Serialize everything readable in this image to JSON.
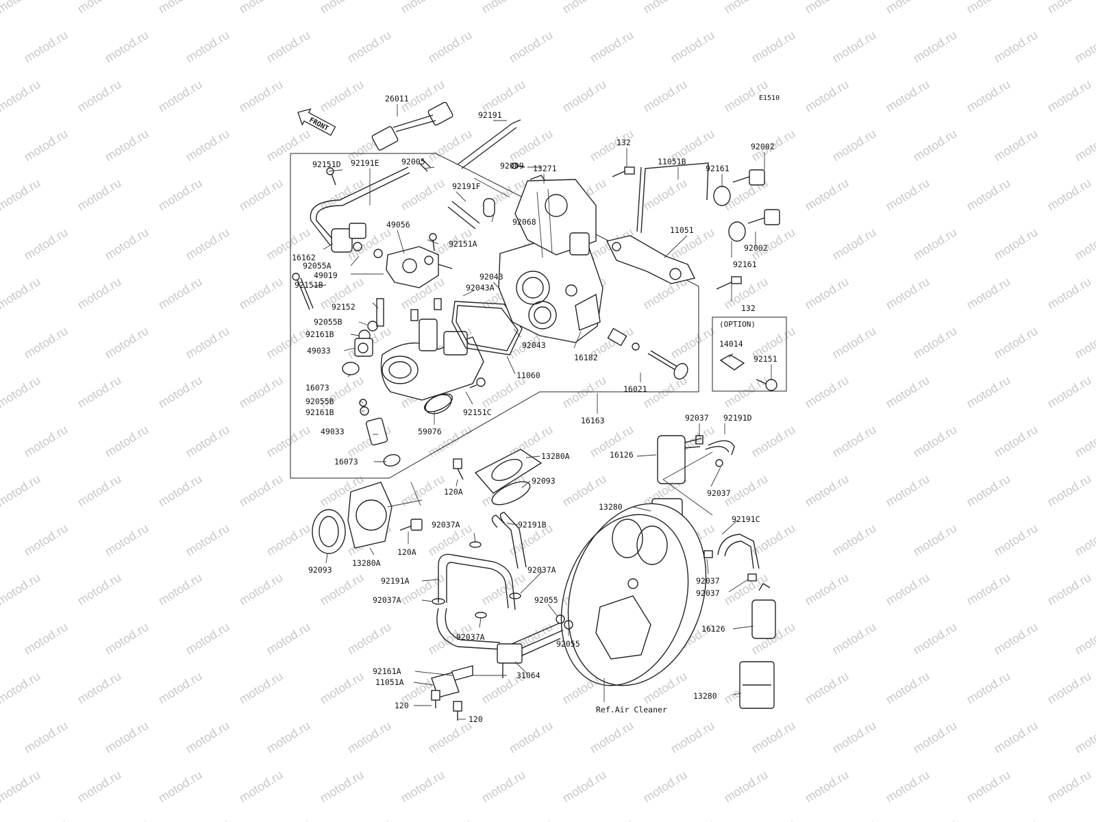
{
  "watermark": "motod.ru",
  "diagram_code": "E1510",
  "front_label": "FRONT",
  "option_label": "(OPTION)",
  "ref_label": "Ref.Air Cleaner",
  "labels": [
    {
      "id": "26011",
      "text": "26011"
    },
    {
      "id": "92191",
      "text": "92191"
    },
    {
      "id": "13271",
      "text": "13271"
    },
    {
      "id": "132a",
      "text": "132"
    },
    {
      "id": "11051B",
      "text": "11051B"
    },
    {
      "id": "92002a",
      "text": "92002"
    },
    {
      "id": "92151D",
      "text": "92151D"
    },
    {
      "id": "92005",
      "text": "92005"
    },
    {
      "id": "92009",
      "text": "92009"
    },
    {
      "id": "92161a",
      "text": "92161"
    },
    {
      "id": "92191E",
      "text": "92191E"
    },
    {
      "id": "92191F",
      "text": "92191F"
    },
    {
      "id": "49056",
      "text": "49056"
    },
    {
      "id": "92068",
      "text": "92068"
    },
    {
      "id": "92151A",
      "text": "92151A"
    },
    {
      "id": "92002b",
      "text": "92002"
    },
    {
      "id": "11051",
      "text": "11051"
    },
    {
      "id": "16162",
      "text": "16162"
    },
    {
      "id": "92055A",
      "text": "92055A"
    },
    {
      "id": "49019",
      "text": "49019"
    },
    {
      "id": "92161b",
      "text": "92161"
    },
    {
      "id": "92151B",
      "text": "92151B"
    },
    {
      "id": "92043a",
      "text": "92043"
    },
    {
      "id": "92043A",
      "text": "92043A"
    },
    {
      "id": "132b",
      "text": "132"
    },
    {
      "id": "92152",
      "text": "92152"
    },
    {
      "id": "92055B",
      "text": "92055B"
    },
    {
      "id": "92161B",
      "text": "92161B"
    },
    {
      "id": "49033a",
      "text": "49033"
    },
    {
      "id": "92043b",
      "text": "92043"
    },
    {
      "id": "16182",
      "text": "16182"
    },
    {
      "id": "14014",
      "text": "14014"
    },
    {
      "id": "92151",
      "text": "92151"
    },
    {
      "id": "16073a",
      "text": "16073"
    },
    {
      "id": "11060",
      "text": "11060"
    },
    {
      "id": "16021",
      "text": "16021"
    },
    {
      "id": "92055Bb",
      "text": "92055B"
    },
    {
      "id": "92161Bb",
      "text": "92161B"
    },
    {
      "id": "92151C",
      "text": "92151C"
    },
    {
      "id": "16163",
      "text": "16163"
    },
    {
      "id": "59076",
      "text": "59076"
    },
    {
      "id": "49033b",
      "text": "49033"
    },
    {
      "id": "92037a",
      "text": "92037"
    },
    {
      "id": "92191D",
      "text": "92191D"
    },
    {
      "id": "16126a",
      "text": "16126"
    },
    {
      "id": "16073b",
      "text": "16073"
    },
    {
      "id": "13280A",
      "text": "13280A"
    },
    {
      "id": "120A",
      "text": "120A"
    },
    {
      "id": "92093a",
      "text": "92093"
    },
    {
      "id": "92037b",
      "text": "92037"
    },
    {
      "id": "13280a",
      "text": "13280"
    },
    {
      "id": "92191C",
      "text": "92191C"
    },
    {
      "id": "92037A",
      "text": "92037A"
    },
    {
      "id": "92191B",
      "text": "92191B"
    },
    {
      "id": "120Ab",
      "text": "120A"
    },
    {
      "id": "13280Ab",
      "text": "13280A"
    },
    {
      "id": "92093b",
      "text": "92093"
    },
    {
      "id": "92037c",
      "text": "92037"
    },
    {
      "id": "92037d",
      "text": "92037"
    },
    {
      "id": "92191A",
      "text": "92191A"
    },
    {
      "id": "92037Ab",
      "text": "92037A"
    },
    {
      "id": "92037Ac",
      "text": "92037A"
    },
    {
      "id": "92055a",
      "text": "92055"
    },
    {
      "id": "92055b",
      "text": "92055"
    },
    {
      "id": "92037Ad",
      "text": "92037A"
    },
    {
      "id": "16126b",
      "text": "16126"
    },
    {
      "id": "92161A",
      "text": "92161A"
    },
    {
      "id": "31064",
      "text": "31064"
    },
    {
      "id": "11051A",
      "text": "11051A"
    },
    {
      "id": "13280b",
      "text": "13280"
    },
    {
      "id": "120a",
      "text": "120"
    },
    {
      "id": "120b",
      "text": "120"
    }
  ]
}
